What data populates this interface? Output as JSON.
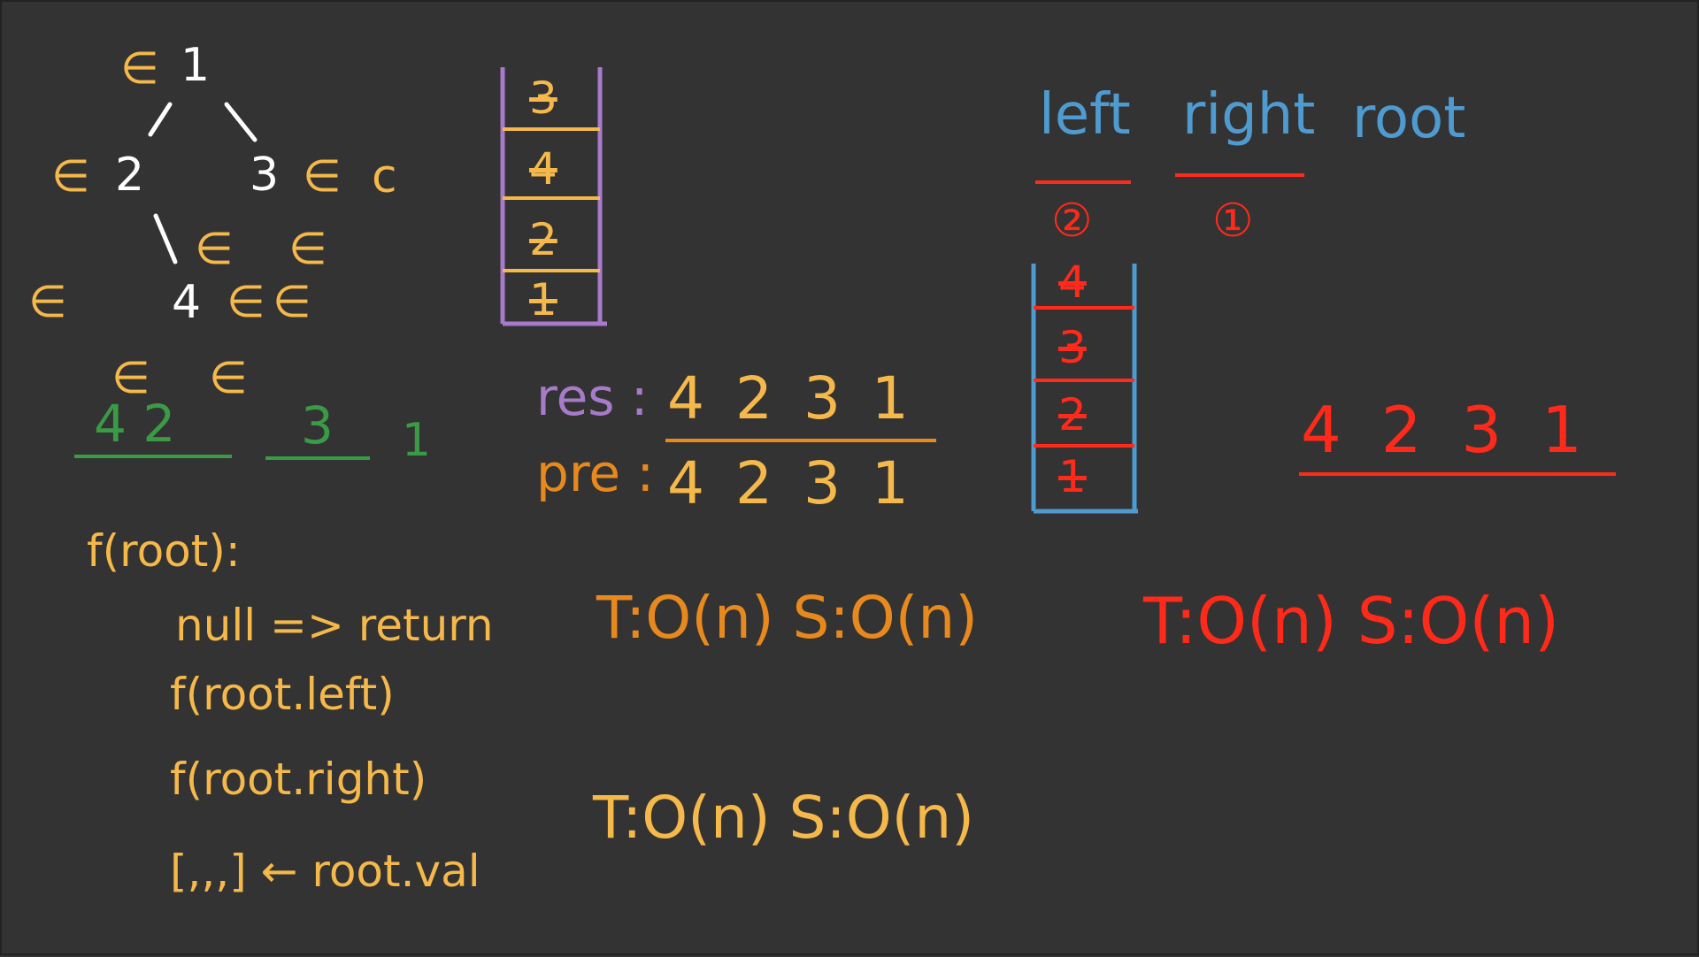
{
  "colors": {
    "background": "#333333",
    "white": "#ffffff",
    "yellow": "#f5b84a",
    "orange": "#e8891e",
    "green": "#3a9a45",
    "red": "#ff2a1a",
    "blue": "#4f9bd0",
    "purple": "#a77bc9"
  },
  "tree": {
    "nodes": [
      "1",
      "2",
      "3",
      "4"
    ],
    "null_marker": "∈",
    "extra_mark": "c"
  },
  "postorder_green": {
    "left_group": "4 2",
    "mid_group": "3",
    "root": "1"
  },
  "purple_stack": {
    "items": [
      "3",
      "4",
      "2",
      "1"
    ]
  },
  "res_pre": {
    "res_label": "res :",
    "res_values": "4 2 3 1",
    "pre_label": "pre :",
    "pre_values": "4 2 3 1"
  },
  "headers": {
    "left": "left",
    "right": "right",
    "root": "root"
  },
  "left_marker": "②",
  "right_marker": "①",
  "blue_stack": {
    "items": [
      "4",
      "3",
      "2",
      "1"
    ]
  },
  "red_result": "4 2 3 1",
  "code": {
    "line1": "f(root):",
    "line2": "null => return",
    "line3": "f(root.left)",
    "line4": "f(root.right)",
    "line5": "[,,,] ← root.val"
  },
  "complexity": {
    "orange_top": "T:O(n)  S:O(n)",
    "yellow_bottom": "T:O(n)  S:O(n)",
    "red": "T:O(n)  S:O(n)"
  }
}
